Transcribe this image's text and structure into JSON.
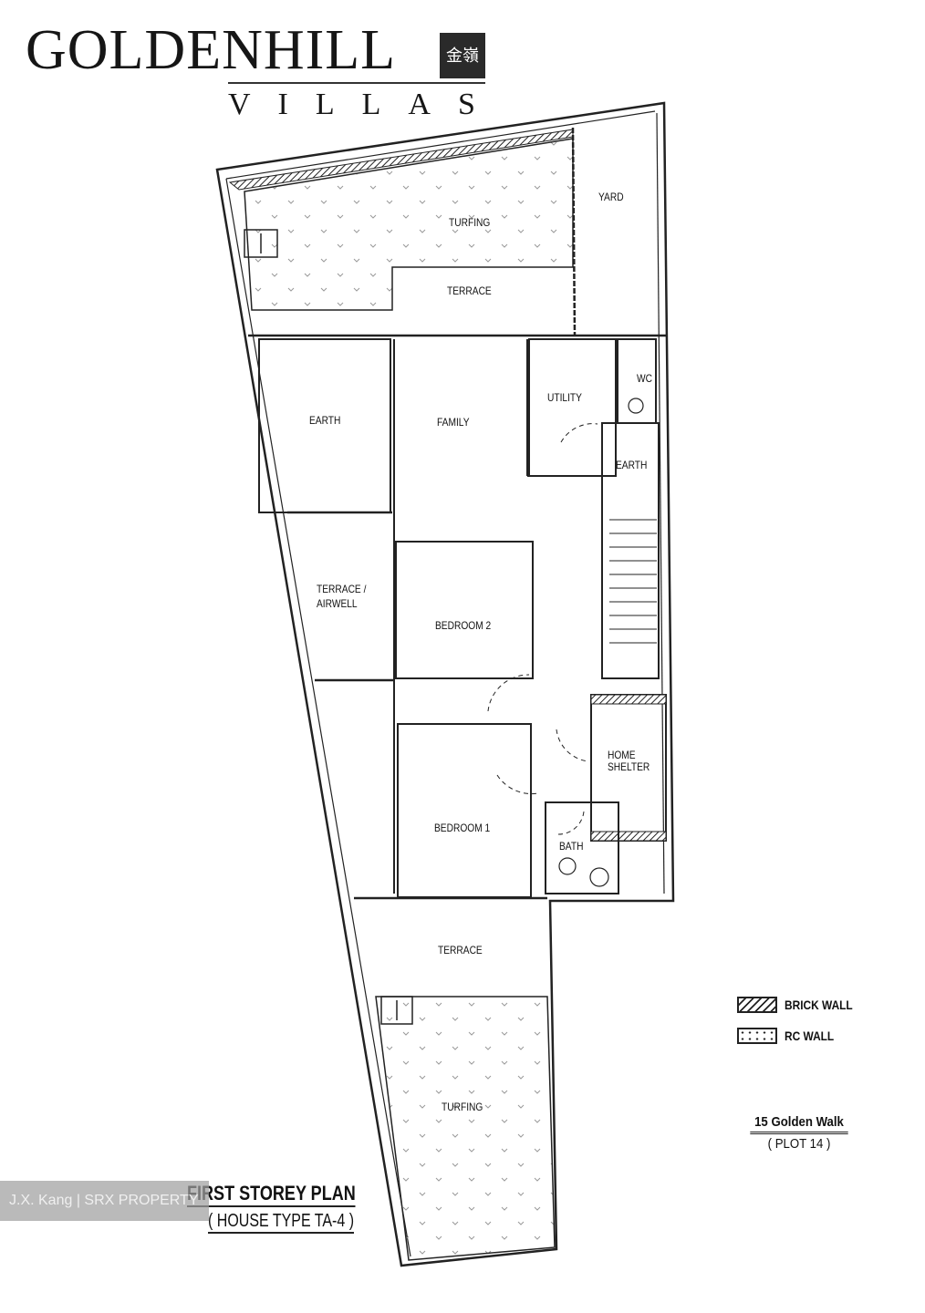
{
  "header": {
    "brand": "GOLDENHILL",
    "seal": "金嶺",
    "sub": "VILLAS"
  },
  "rooms": {
    "turfing_top": "TURFING",
    "yard": "YARD",
    "terrace_top": "TERRACE",
    "wc": "WC",
    "utility": "UTILITY",
    "earth_left": "EARTH",
    "family": "FAMILY",
    "earth_right": "EARTH",
    "terrace_airwell_1": "TERRACE /",
    "terrace_airwell_2": "AIRWELL",
    "bedroom2": "BEDROOM 2",
    "home_shelter_1": "HOME",
    "home_shelter_2": "SHELTER",
    "bedroom1": "BEDROOM 1",
    "bath": "BATH",
    "terrace_bottom": "TERRACE",
    "turfing_bottom": "TURFING"
  },
  "legend": {
    "items": [
      {
        "label": "BRICK WALL",
        "pattern": "hatched"
      },
      {
        "label": "RC WALL",
        "pattern": "speckled"
      }
    ]
  },
  "address": {
    "line1": "15 Golden Walk",
    "line2": "( PLOT 14 )"
  },
  "title": {
    "main": "FIRST STOREY PLAN",
    "sub": "( HOUSE TYPE TA-4 )"
  },
  "watermark": "J.X. Kang | SRX PROPERTY"
}
